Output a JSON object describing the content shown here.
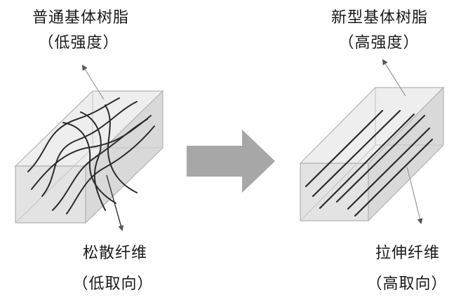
{
  "labels": {
    "left_resin": "普通基体树脂",
    "left_resin_note": "（低强度）",
    "left_fiber": "松散纤维",
    "left_fiber_note": "（低取向）",
    "right_resin": "新型基体树脂",
    "right_resin_note": "（高强度）",
    "right_fiber": "拉伸纤维",
    "right_fiber_note": "（高取向）"
  },
  "colors": {
    "block_fill": "#e6e6e6",
    "block_edge": "#b3b3b3",
    "fiber": "#2b2b2b",
    "arrow": "#a7a7a7",
    "pointer": "#555555"
  },
  "icons": {
    "transition_arrow": "right-arrow-icon"
  }
}
